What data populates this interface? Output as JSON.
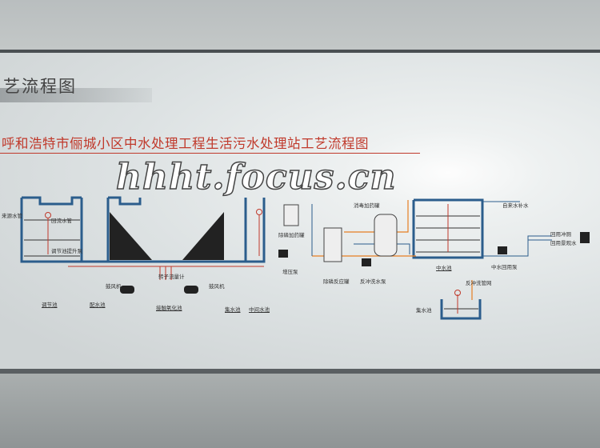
{
  "board": {
    "subtitle": "艺流程图",
    "title": "呼和浩特市俪城小区中水处理工程生活污水处理站工艺流程图",
    "watermark": "hhht.focus.cn",
    "labels": {
      "inlet": "来源水管",
      "return": "回流水管",
      "lift_pump": "调节池提升泵",
      "blower_left": "鼓风机",
      "flowmeter": "转子流量计",
      "blower_right": "鼓风机",
      "regulating_tank": "调节池",
      "distribution_tank": "配水池",
      "contact_oxidation": "接触氧化池",
      "collecting_tank": "集水池",
      "intermediate_tank": "中间水池",
      "p_dosing": "除磷加药罐",
      "booster_pump": "增压泵",
      "p_reactor": "除磷反应罐",
      "backwash_pump": "反冲洗水泵",
      "disinfect_dosing": "消毒加药罐",
      "tap_makeup": "自来水补水",
      "reclaimed_tank": "中水池",
      "reuse_pump": "中水回用泵",
      "reuse_toilet": "回用冲厕",
      "reuse_landscape": "回用景观水",
      "backwash_pipe": "反冲洗管网",
      "sump": "集水池"
    }
  }
}
